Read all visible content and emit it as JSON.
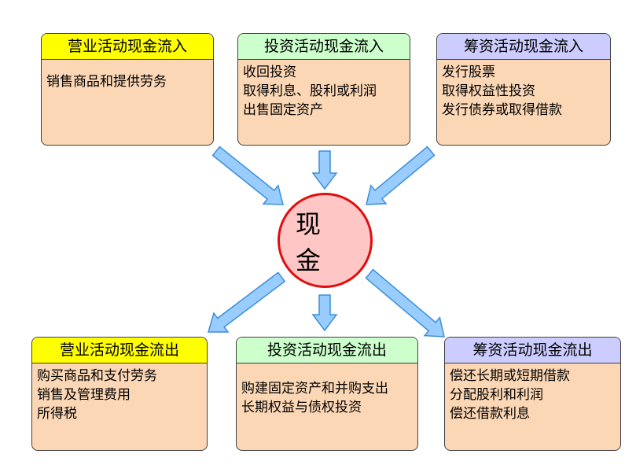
{
  "colors": {
    "operating_header": "#ffff00",
    "investing_header": "#ccffcc",
    "financing_header": "#ccccff",
    "box_fill": "#fbd7b5",
    "arrow_fill": "#99ccff",
    "arrow_stroke": "#3b8fd8",
    "center_fill": "#ffc6c6",
    "center_border": "#e20d0d"
  },
  "center": {
    "label": "现 金"
  },
  "inflows": {
    "operating": {
      "title": "营业活动现金流入",
      "lines": [
        "销售商品和提供劳务"
      ]
    },
    "investing": {
      "title": "投资活动现金流入",
      "lines": [
        "收回投资",
        "取得利息、股利或利润",
        "出售固定资产"
      ]
    },
    "financing": {
      "title": "筹资活动现金流入",
      "lines": [
        "发行股票",
        "取得权益性投资",
        "发行债券或取得借款"
      ]
    }
  },
  "outflows": {
    "operating": {
      "title": "营业活动现金流出",
      "lines": [
        "购买商品和支付劳务",
        "销售及管理费用",
        "所得税"
      ]
    },
    "investing": {
      "title": "投资活动现金流出",
      "lines": [
        "购建固定资产和并购支出",
        "长期权益与债权投资"
      ]
    },
    "financing": {
      "title": "筹资活动现金流出",
      "lines": [
        "偿还长期或短期借款",
        "分配股利和利润",
        "偿还借款利息"
      ]
    }
  }
}
